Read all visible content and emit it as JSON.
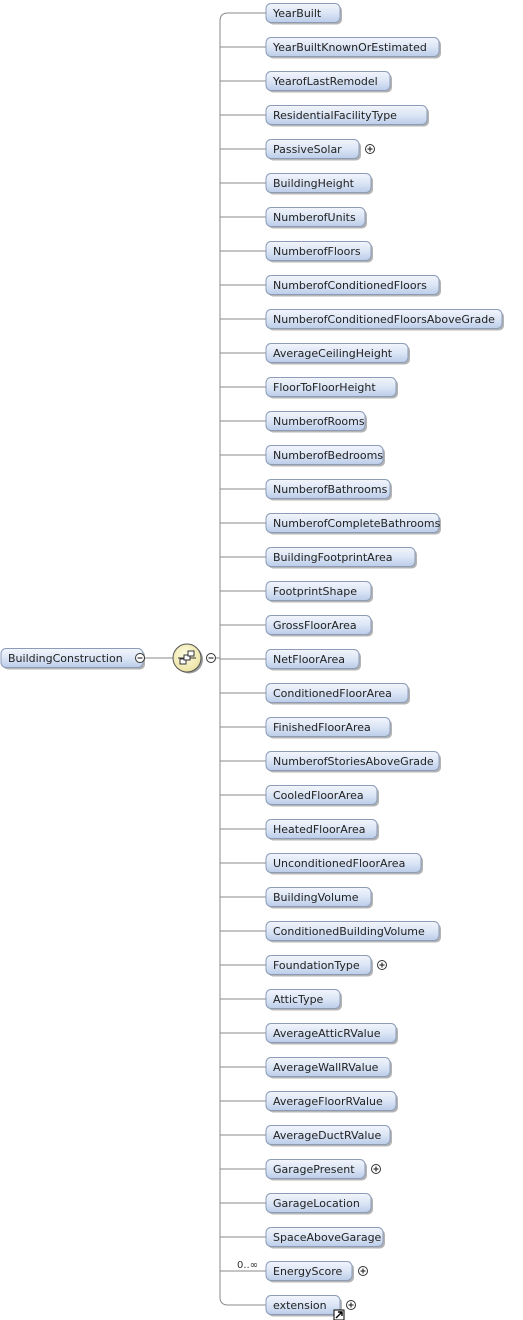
{
  "root": {
    "label": "BuildingConstruction",
    "expanded": true
  },
  "compositor": {
    "type": "sequence",
    "icon": "sequence-compositor-icon",
    "expanded": true
  },
  "children": [
    {
      "label": "YearBuilt"
    },
    {
      "label": "YearBuiltKnownOrEstimated"
    },
    {
      "label": "YearofLastRemodel"
    },
    {
      "label": "ResidentialFacilityType"
    },
    {
      "label": "PassiveSolar",
      "expandable": true
    },
    {
      "label": "BuildingHeight"
    },
    {
      "label": "NumberofUnits"
    },
    {
      "label": "NumberofFloors"
    },
    {
      "label": "NumberofConditionedFloors"
    },
    {
      "label": "NumberofConditionedFloorsAboveGrade"
    },
    {
      "label": "AverageCeilingHeight"
    },
    {
      "label": "FloorToFloorHeight"
    },
    {
      "label": "NumberofRooms"
    },
    {
      "label": "NumberofBedrooms"
    },
    {
      "label": "NumberofBathrooms"
    },
    {
      "label": "NumberofCompleteBathrooms"
    },
    {
      "label": "BuildingFootprintArea"
    },
    {
      "label": "FootprintShape"
    },
    {
      "label": "GrossFloorArea"
    },
    {
      "label": "NetFloorArea"
    },
    {
      "label": "ConditionedFloorArea"
    },
    {
      "label": "FinishedFloorArea"
    },
    {
      "label": "NumberofStoriesAboveGrade"
    },
    {
      "label": "CooledFloorArea"
    },
    {
      "label": "HeatedFloorArea"
    },
    {
      "label": "UnconditionedFloorArea"
    },
    {
      "label": "BuildingVolume"
    },
    {
      "label": "ConditionedBuildingVolume"
    },
    {
      "label": "FoundationType",
      "expandable": true
    },
    {
      "label": "AtticType"
    },
    {
      "label": "AverageAtticRValue"
    },
    {
      "label": "AverageWallRValue"
    },
    {
      "label": "AverageFloorRValue"
    },
    {
      "label": "AverageDuctRValue"
    },
    {
      "label": "GaragePresent",
      "expandable": true
    },
    {
      "label": "GarageLocation"
    },
    {
      "label": "SpaceAboveGarage"
    },
    {
      "label": "EnergyScore",
      "expandable": true,
      "occurrence": "0..∞"
    },
    {
      "label": "extension",
      "expandable": true,
      "reference": true
    }
  ],
  "colors": {
    "node_fill_top": "#eef3fb",
    "node_fill_bottom": "#c3d3ee",
    "node_border": "#8c9cb8",
    "connector": "#8a8a8a",
    "compositor_fill": "#f7f2c4",
    "compositor_border": "#555555"
  }
}
